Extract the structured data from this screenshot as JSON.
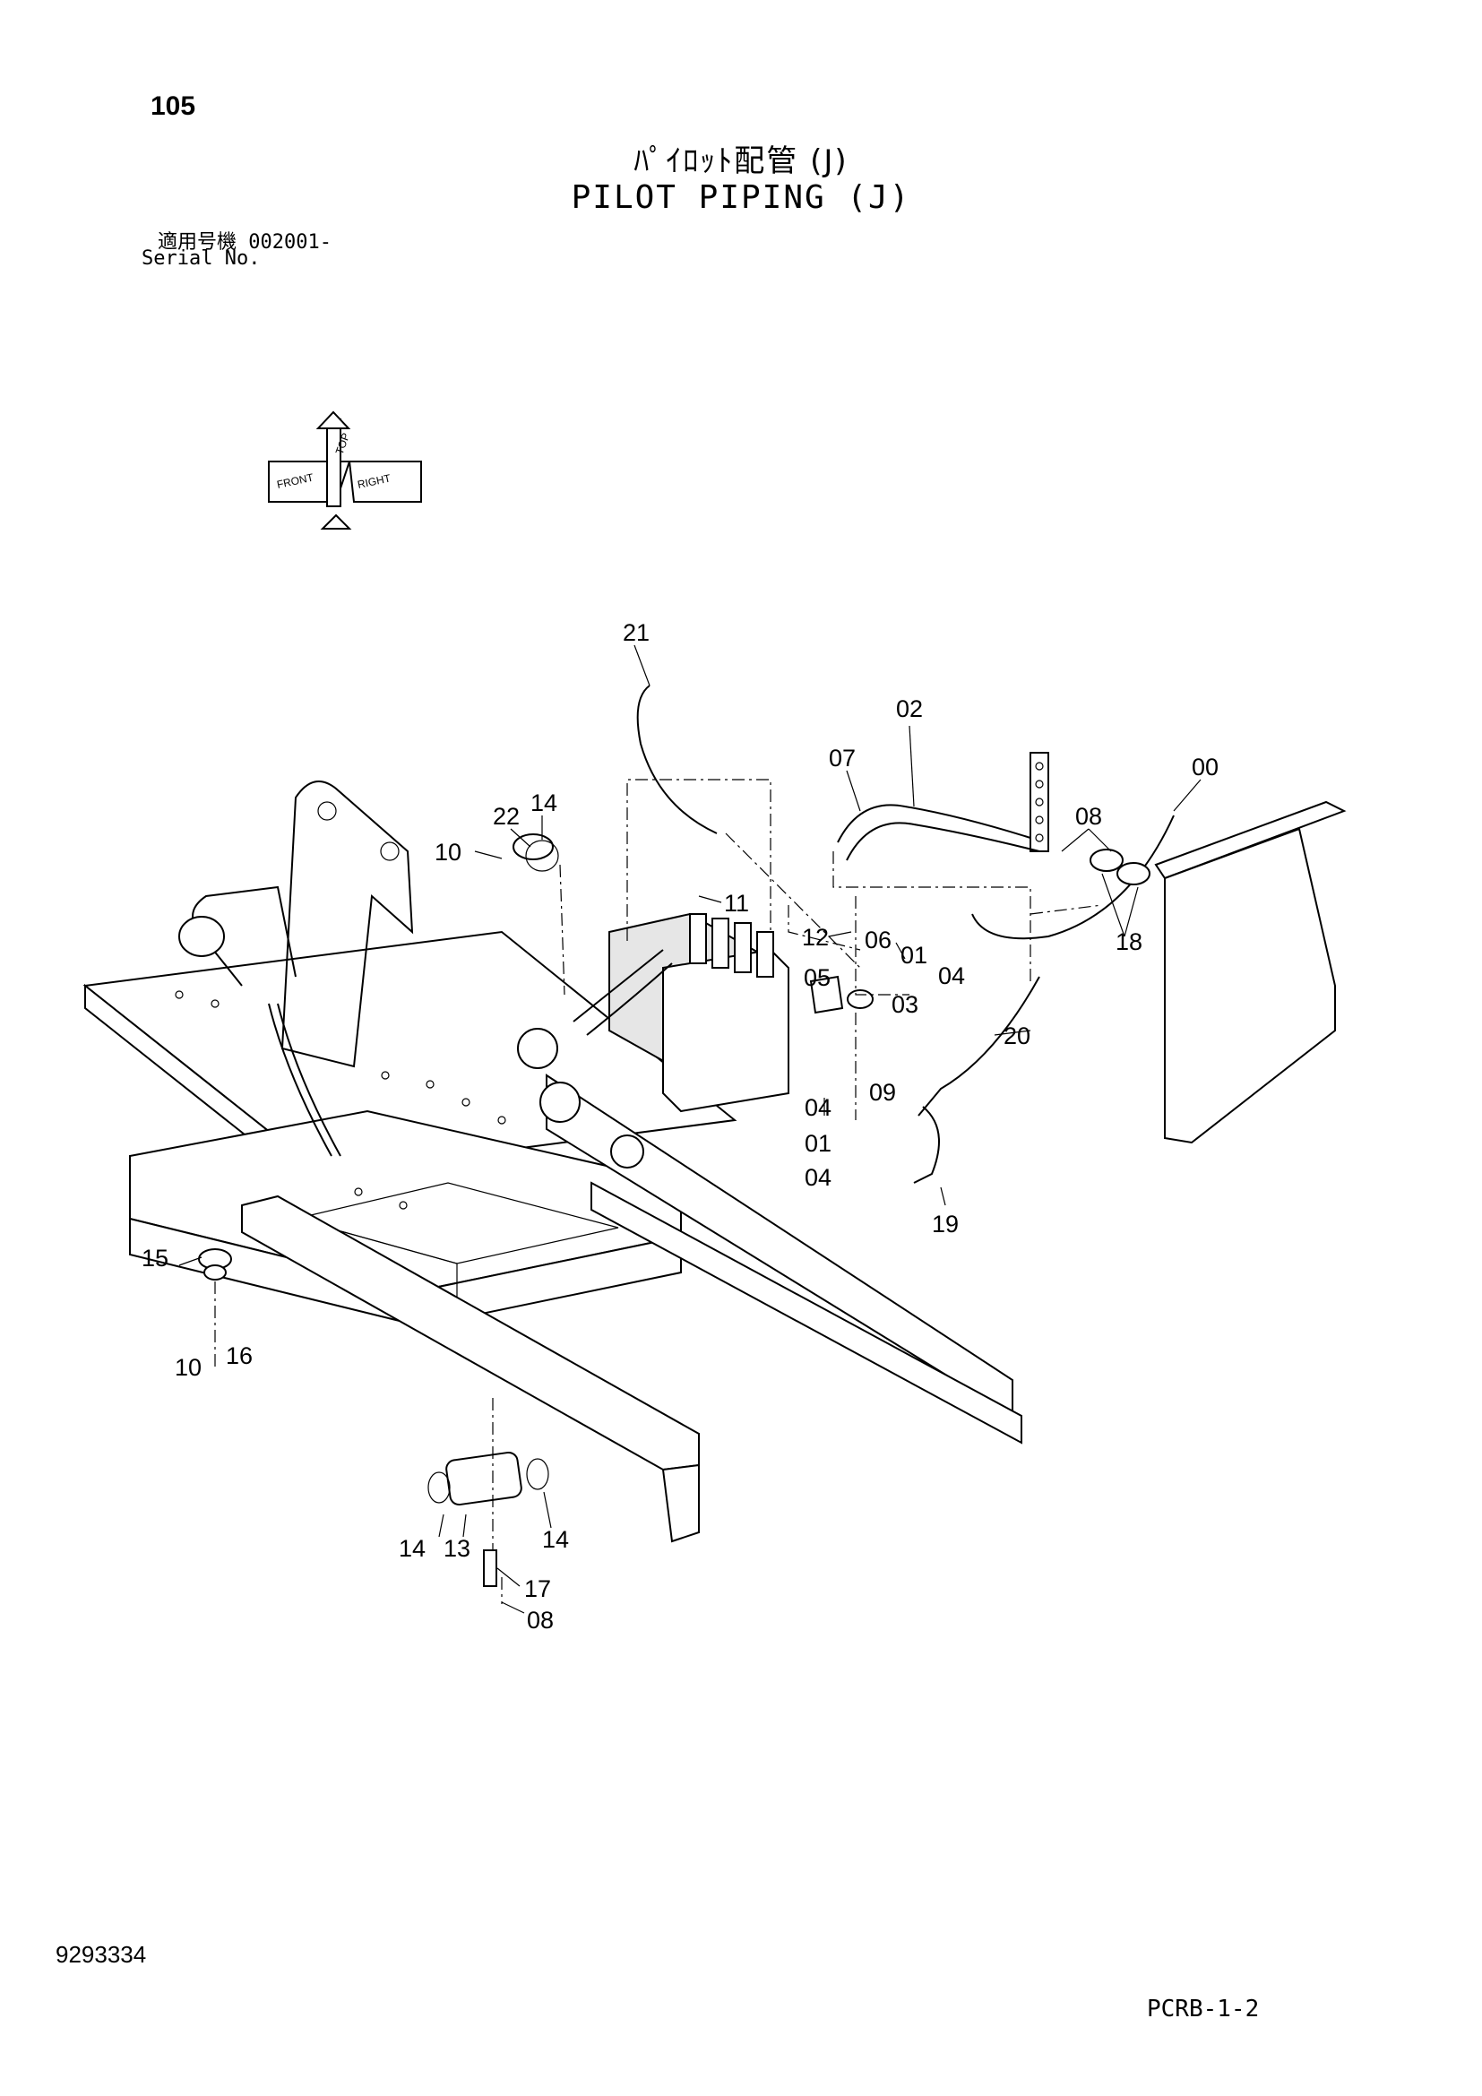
{
  "header": {
    "page_number": "105",
    "title_jp": "ﾊﾟｲﾛｯﾄ配管 (J)",
    "title_en": "PILOT PIPING (J)",
    "serial_label_jp": "適用号機  002001-",
    "serial_label_en": "Serial No."
  },
  "orientation_icon": {
    "labels": [
      "FRONT",
      "TOP",
      "RIGHT"
    ]
  },
  "callouts": [
    "21",
    "02",
    "07",
    "00",
    "22",
    "14",
    "08",
    "10",
    "11",
    "12",
    "06",
    "01",
    "04",
    "05",
    "03",
    "18",
    "20",
    "04",
    "09",
    "01",
    "04",
    "19",
    "15",
    "10",
    "16",
    "14",
    "13",
    "14",
    "17",
    "08"
  ],
  "footer": {
    "doc_number": "9293334",
    "page_code": "PCRB-1-2"
  }
}
